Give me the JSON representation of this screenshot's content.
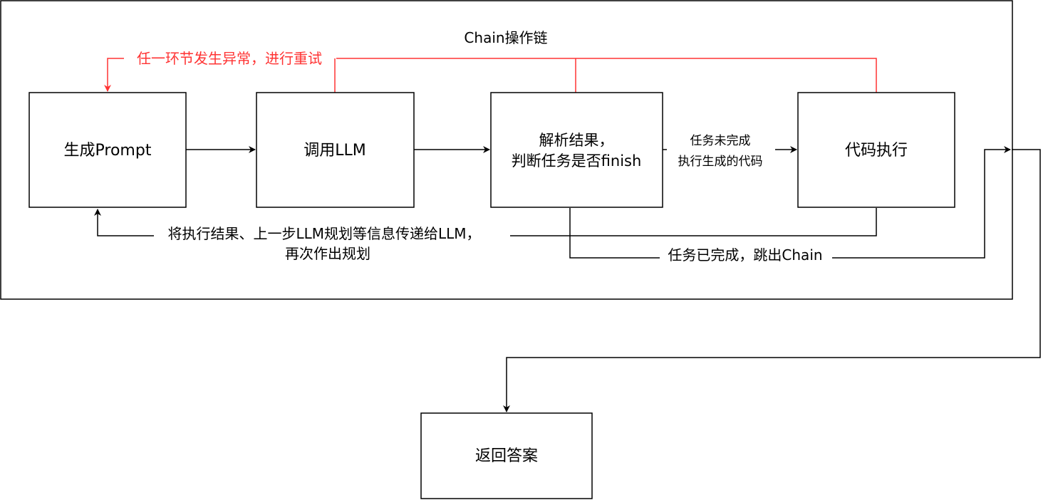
{
  "colors": {
    "stroke": "#000000",
    "retry": "#ff3333",
    "background": "#ffffff"
  },
  "container": {
    "title": "Chain操作链"
  },
  "nodes": {
    "generate_prompt": "生成Prompt",
    "call_llm": "调用LLM",
    "parse_result_line1": "解析结果，",
    "parse_result_line2": "判断任务是否finish",
    "code_exec": "代码执行",
    "return_answer": "返回答案"
  },
  "edges": {
    "retry_label": "任一环节发生异常，进行重试",
    "not_finished_line1": "任务未完成",
    "not_finished_line2": "执行生成的代码",
    "feedback_line1": "将执行结果、上一步LLM规划等信息传递给LLM，",
    "feedback_line2": "再次作出规划",
    "finished_label": "任务已完成，跳出Chain"
  }
}
